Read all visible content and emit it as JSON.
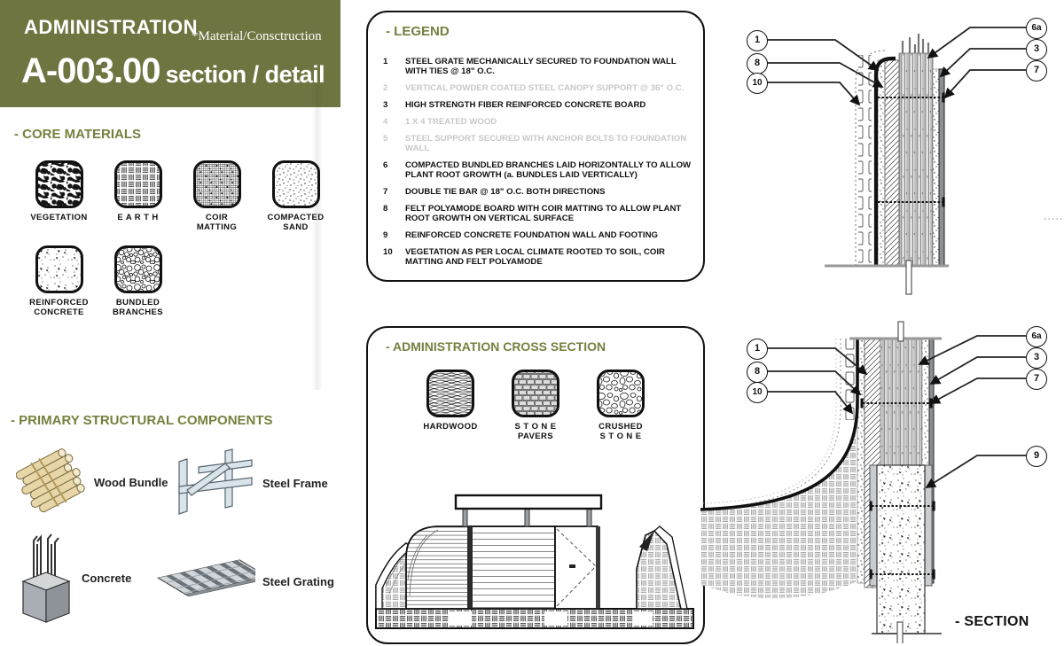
{
  "colors": {
    "olive_block": "#6e7540",
    "olive_heading": "#75803f",
    "dim_item_gray": "#c8c8c8",
    "ink": "#111111"
  },
  "header": {
    "title": "ADMINISTRATION",
    "subtitle": "*Material/Consctruction",
    "sheet_number": "A-003.00",
    "sheet_label": "section / detail"
  },
  "core_materials": {
    "heading": "- CORE MATERIALS",
    "items": [
      {
        "label": "VEGETATION",
        "pattern": "pat-vegetation"
      },
      {
        "label": "E A R T H",
        "pattern": "pat-earth"
      },
      {
        "label": "COIR\nMATTING",
        "pattern": "pat-coir"
      },
      {
        "label": "COMPACTED\nSAND",
        "pattern": "pat-sand"
      },
      {
        "label": "REINFORCED\nCONCRETE",
        "pattern": "pat-concrete"
      },
      {
        "label": "BUNDLED\nBRANCHES",
        "pattern": "pat-branches"
      }
    ]
  },
  "structural": {
    "heading": "- PRIMARY STRUCTURAL COMPONENTS",
    "items": [
      {
        "label": "Wood Bundle",
        "icon": "wood-bundle-icon"
      },
      {
        "label": "Steel Frame",
        "icon": "steel-frame-icon"
      },
      {
        "label": "Concrete",
        "icon": "concrete-icon"
      },
      {
        "label": "Steel Grating",
        "icon": "steel-grating-icon"
      }
    ]
  },
  "legend": {
    "heading": "- LEGEND",
    "items": [
      {
        "num": "1",
        "text": "STEEL GRATE MECHANICALLY SECURED TO FOUNDATION WALL WITH TIES @ 18\" O.C.",
        "dim": false
      },
      {
        "num": "2",
        "text": "VERTICAL POWDER COATED STEEL CANOPY SUPPORT @ 36\" O.C.",
        "dim": true
      },
      {
        "num": "3",
        "text": "HIGH STRENGTH FIBER REINFORCED CONCRETE BOARD",
        "dim": false
      },
      {
        "num": "4",
        "text": "1 X 4 TREATED WOOD",
        "dim": true
      },
      {
        "num": "5",
        "text": "STEEL SUPPORT SECURED WITH ANCHOR BOLTS TO FOUNDATION WALL",
        "dim": true
      },
      {
        "num": "6",
        "text": "COMPACTED BUNDLED BRANCHES LAID HORIZONTALLY TO ALLOW PLANT ROOT GROWTH (a. BUNDLES LAID VERTICALLY)",
        "dim": false
      },
      {
        "num": "7",
        "text": "DOUBLE TIE BAR @ 18\" O.C. BOTH DIRECTIONS",
        "dim": false
      },
      {
        "num": "8",
        "text": "FELT POLYAMODE BOARD WITH COIR MATTING TO ALLOW  PLANT ROOT GROWTH ON VERTICAL SURFACE",
        "dim": false
      },
      {
        "num": "9",
        "text": "REINFORCED CONCRETE FOUNDATION WALL AND FOOTING",
        "dim": false
      },
      {
        "num": "10",
        "text": "VEGETATION AS PER LOCAL CLIMATE ROOTED TO SOIL, COIR MATTING AND FELT POLYAMODE",
        "dim": false
      }
    ]
  },
  "cross_section": {
    "heading": "- ADMINISTRATION CROSS SECTION",
    "materials": [
      {
        "label": "HARDWOOD",
        "pattern": "pat-hardwood"
      },
      {
        "label": "S T O N E\nPAVERS",
        "pattern": "pat-pavers"
      },
      {
        "label": "CRUSHED\nS T O N E",
        "pattern": "pat-crushed"
      }
    ]
  },
  "details": {
    "top": {
      "callouts_left": [
        "1",
        "8",
        "10"
      ],
      "callouts_right": [
        "6a",
        "3",
        "7"
      ]
    },
    "bottom": {
      "callouts_left": [
        "1",
        "8",
        "10"
      ],
      "callouts_right": [
        "6a",
        "3",
        "7",
        "9"
      ]
    },
    "section_label": "- SECTION"
  }
}
